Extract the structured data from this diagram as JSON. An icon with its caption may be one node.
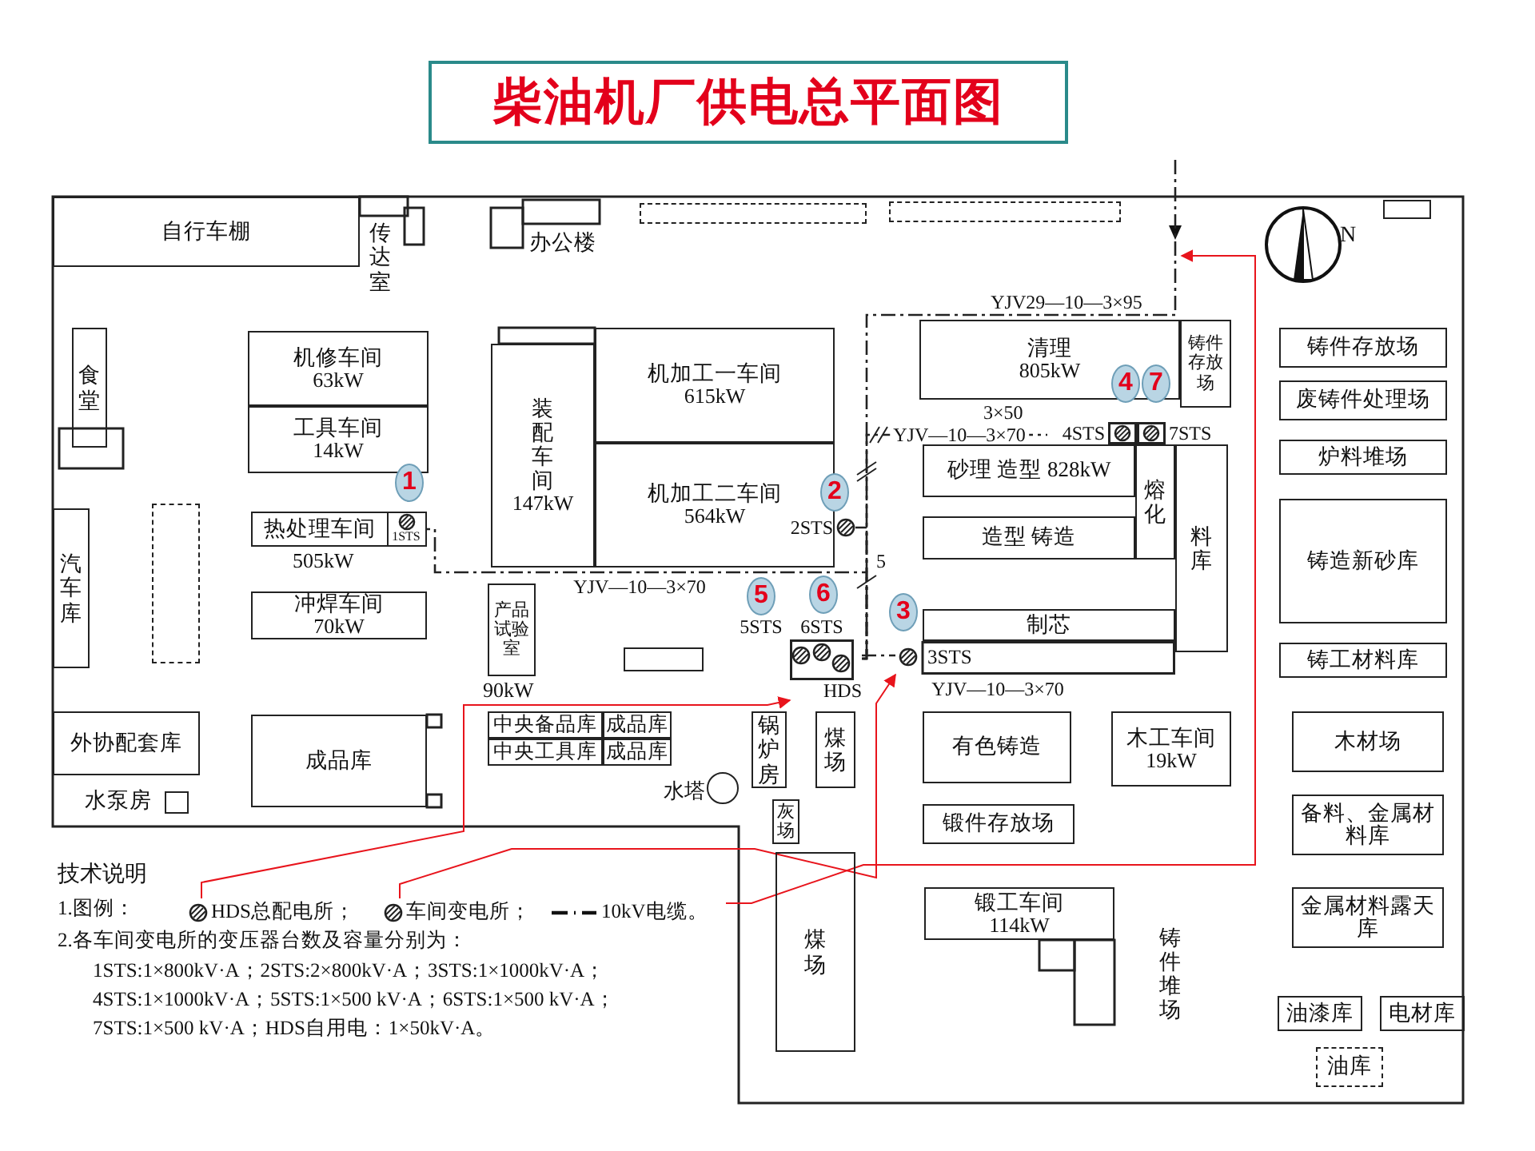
{
  "diagram": {
    "title": "柴油机厂供电总平面图",
    "nodes": [
      {
        "text": [
          "自行车棚"
        ]
      },
      {
        "text": [
          "传达室"
        ]
      },
      {
        "text": [
          "办公楼"
        ]
      },
      {
        "text": [],
        "shape": "box"
      },
      {
        "text": [],
        "shape": "box"
      },
      {
        "text": [],
        "shape": "box"
      },
      {
        "text": [
          "食堂"
        ]
      },
      {
        "text": [
          "机修车间",
          "63kW"
        ]
      },
      {
        "text": [
          "工具车间",
          "14kW"
        ]
      },
      {
        "text": [
          "装配车间",
          "147kW"
        ]
      },
      {
        "text": [
          "机加工一车间",
          "615kW"
        ]
      },
      {
        "text": [
          "机加工二车间",
          "564kW"
        ]
      },
      {
        "text": [
          "清理",
          "805kW"
        ]
      },
      {
        "text": [
          "铸件存放场"
        ]
      },
      {
        "text": [
          "铸件存放场"
        ]
      },
      {
        "text": [
          "废铸件处理场"
        ]
      },
      {
        "text": [
          "4STS"
        ]
      },
      {
        "text": [
          "7STS"
        ]
      },
      {
        "text": [
          "炉料堆场"
        ]
      },
      {
        "text": [
          "砂理 造型 828kW"
        ]
      },
      {
        "text": [
          "熔化"
        ]
      },
      {
        "text": [
          "料库"
        ]
      },
      {
        "text": [
          "2STS"
        ]
      },
      {
        "text": [
          "热处理车间"
        ],
        "beside": [
          "505kW"
        ]
      },
      {
        "text": [
          "1STS"
        ],
        "in": 23
      },
      {
        "text": [
          "汽车库"
        ]
      },
      {
        "text": [],
        "shape": "box"
      },
      {
        "text": [
          "铸造新砂库"
        ]
      },
      {
        "text": [
          "造型 铸造"
        ]
      },
      {
        "text": [
          "产品试验室"
        ],
        "beside": [
          "90kW"
        ]
      },
      {
        "text": [
          "冲焊车间",
          "70kW"
        ]
      },
      {
        "text": [
          "5STS"
        ]
      },
      {
        "text": [
          "6STS"
        ]
      },
      {
        "text": [
          "制芯"
        ]
      },
      {
        "text": [
          "HDS"
        ]
      },
      {
        "text": [
          "3STS"
        ]
      },
      {
        "text": [],
        "shape": "box"
      },
      {
        "text": [
          "铸工材料库"
        ]
      },
      {
        "text": [
          "外协配套库"
        ]
      },
      {
        "text": [
          "成品库"
        ]
      },
      {
        "text": [
          "中央备品库"
        ]
      },
      {
        "text": [
          "成品库"
        ]
      },
      {
        "text": [
          "中央工具库"
        ]
      },
      {
        "text": [
          "成品库"
        ]
      },
      {
        "text": [
          "锅炉房"
        ]
      },
      {
        "text": [
          "煤场"
        ]
      },
      {
        "text": [
          "有色铸造"
        ]
      },
      {
        "text": [
          "木工车间",
          "19kW"
        ]
      },
      {
        "text": [
          "木材场"
        ]
      },
      {
        "text": [],
        "shape": "circle",
        "beside": [
          "水塔"
        ]
      },
      {
        "text": [
          "水泵房"
        ]
      },
      {
        "text": [],
        "shape": "box"
      },
      {
        "text": [
          "灰场"
        ]
      },
      {
        "text": [
          "备料、金属材料库"
        ]
      },
      {
        "text": [
          "锻件存放场"
        ]
      },
      {
        "text": [
          "煤场"
        ]
      },
      {
        "text": [
          "锻工车间",
          "114kW"
        ]
      },
      {
        "text": [
          "金属材料露天库"
        ]
      },
      {
        "text": [
          "HDS总配电所；"
        ]
      },
      {
        "text": [
          "车间变电所；"
        ]
      },
      {
        "text": [
          "10kV电缆。"
        ]
      },
      {
        "text": [
          "铸件堆场"
        ]
      },
      {
        "text": [
          "油漆库"
        ]
      },
      {
        "text": [
          "电材库"
        ]
      },
      {
        "text": [
          "油库"
        ]
      }
    ],
    "edges": [
      {
        "from": null,
        "to": 34,
        "arrow": "none",
        "style": "dashed",
        "label": "YJV29—10—3×95"
      },
      {
        "from": 34,
        "to": 24,
        "arrow": "none",
        "style": "dashed",
        "label": "YJV—10—3×70"
      },
      {
        "from": 34,
        "to": 22,
        "arrow": "none",
        "style": "dashed"
      },
      {
        "from": 34,
        "to": 35,
        "arrow": "none",
        "style": "dashed",
        "label": "YJV—10—3×70"
      },
      {
        "from": 34,
        "to": 16,
        "arrow": "none",
        "style": "dashed",
        "label": "YJV—10—3×70"
      },
      {
        "from": 58,
        "to": 34,
        "arrow": "to",
        "color": "#e8141c"
      },
      {
        "from": 59,
        "to": 35,
        "arrow": "to",
        "color": "#e8141c"
      },
      {
        "from": 60,
        "to": null,
        "arrow": "to",
        "color": "#e8141c"
      }
    ],
    "labels": [
      "N",
      "4",
      "7",
      "3×50",
      "1",
      "2",
      "5",
      "6",
      "5",
      "3",
      "技术说明",
      "1.图例：",
      "2.各车间变电所的变压器台数及容量分别为：",
      "1STS:1×800kV·A；2STS:2×800kV·A；3STS:1×1000kV·A；",
      "4STS:1×1000kV·A；5STS:1×500 kV·A；6STS:1×500 kV·A；",
      "7STS:1×500 kV·A；HDS自用电：1×50kV·A。"
    ]
  }
}
